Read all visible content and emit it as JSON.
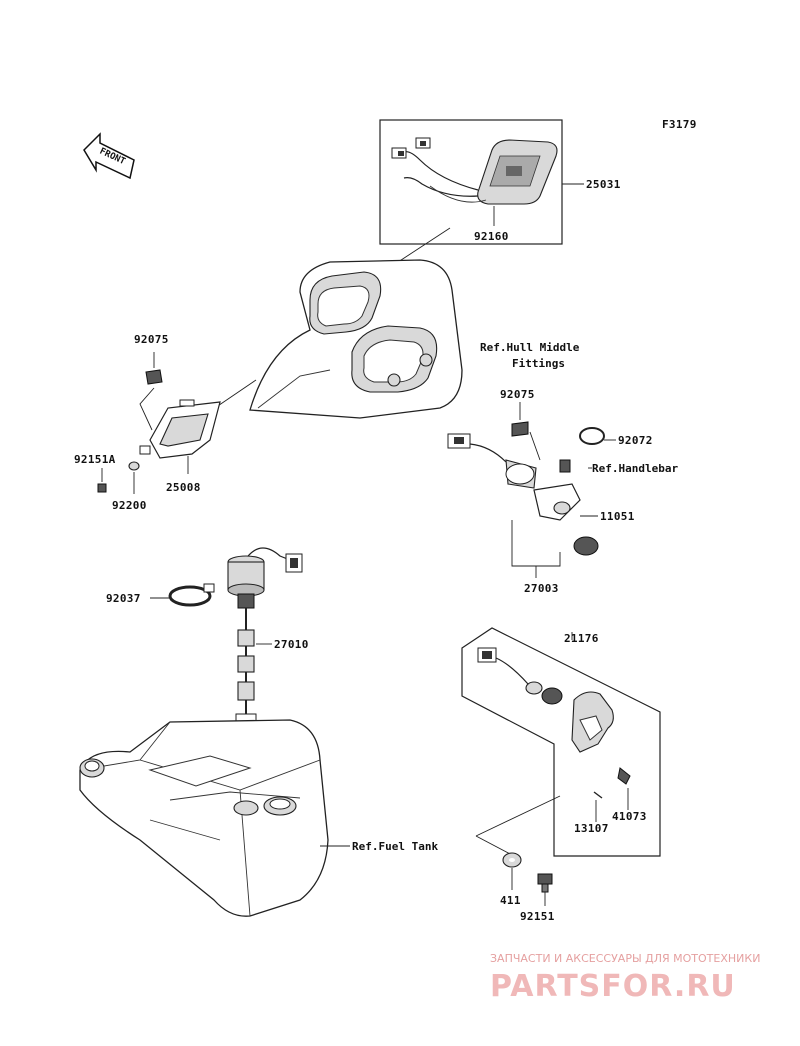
{
  "figure_code": "F3179",
  "front_label": "FRONT",
  "labels": {
    "p25031": "25031",
    "p92160": "92160",
    "p92075a": "92075",
    "p92151a": "92151A",
    "p92200": "92200",
    "p25008": "25008",
    "p92075b": "92075",
    "p92072": "92072",
    "p11051": "11051",
    "p27003": "27003",
    "p92037": "92037",
    "p27010": "27010",
    "p21176": "21176",
    "p41073": "41073",
    "p13107": "13107",
    "p411": "411",
    "p92151": "92151"
  },
  "refs": {
    "hull_line1": "Ref.Hull Middle",
    "hull_line2": "Fittings",
    "handlebar": "Ref.Handlebar",
    "fuel_tank": "Ref.Fuel Tank"
  },
  "watermark": {
    "line1": "ЗАПЧАСТИ И АКСЕССУАРЫ ДЛЯ МОТОТЕХНИКИ",
    "line2": "PARTSFOR.RU"
  }
}
